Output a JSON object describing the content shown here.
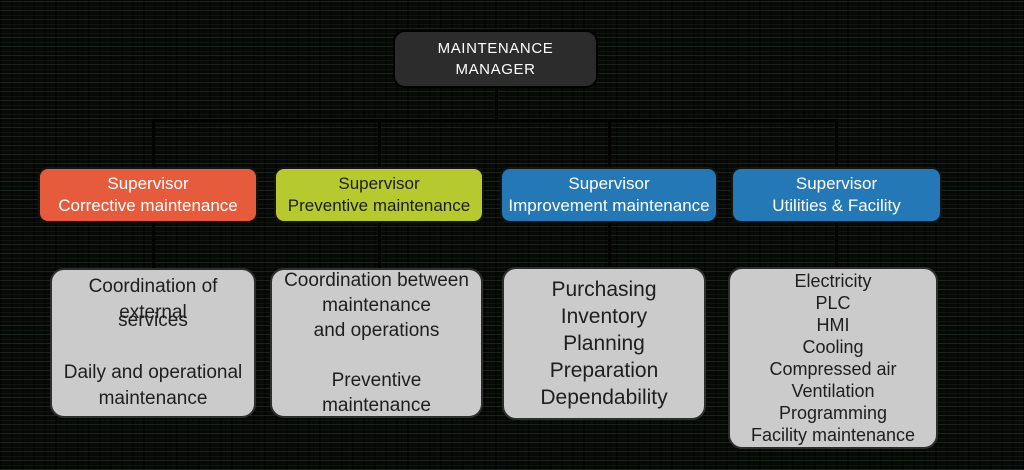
{
  "page": {
    "background_color": "#070a07",
    "connector_color": "#000000",
    "detail_box_bg": "#cbcbcb",
    "detail_text_color": "#1e1e1e"
  },
  "manager": {
    "lines": [
      "MAINTENANCE",
      "MANAGER"
    ],
    "bg": "#2c2c2c",
    "text_color": "#ffffff"
  },
  "columns": [
    {
      "supervisor": {
        "role": "Supervisor",
        "area": "Corrective maintenance",
        "bg": "#e55b3c",
        "text_color": "#ffffff"
      },
      "details": {
        "bg": "#cbcbcb",
        "lines": [
          "Coordination of external",
          "services",
          "",
          "Daily and operational",
          "maintenance"
        ]
      }
    },
    {
      "supervisor": {
        "role": "Supervisor",
        "area": "Preventive maintenance",
        "bg": "#b6c92f",
        "text_color": "#1d1d1d"
      },
      "details": {
        "bg": "#cbcbcb",
        "lines": [
          "Coordination between",
          "maintenance",
          "and operations",
          "",
          "Preventive",
          "maintenance"
        ]
      }
    },
    {
      "supervisor": {
        "role": "Supervisor",
        "area": "Improvement maintenance",
        "bg": "#2478b5",
        "text_color": "#ffffff"
      },
      "details": {
        "bg": "#cbcbcb",
        "lines": [
          "Purchasing",
          "Inventory",
          "Planning",
          "Preparation",
          "Dependability"
        ]
      }
    },
    {
      "supervisor": {
        "role": "Supervisor",
        "area": "Utilities & Facility",
        "bg": "#2478b5",
        "text_color": "#ffffff"
      },
      "details": {
        "bg": "#cbcbcb",
        "lines": [
          "Electricity",
          "PLC",
          "HMI",
          "Cooling",
          "Compressed air",
          "Ventilation",
          "Programming",
          "Facility maintenance"
        ]
      }
    }
  ]
}
